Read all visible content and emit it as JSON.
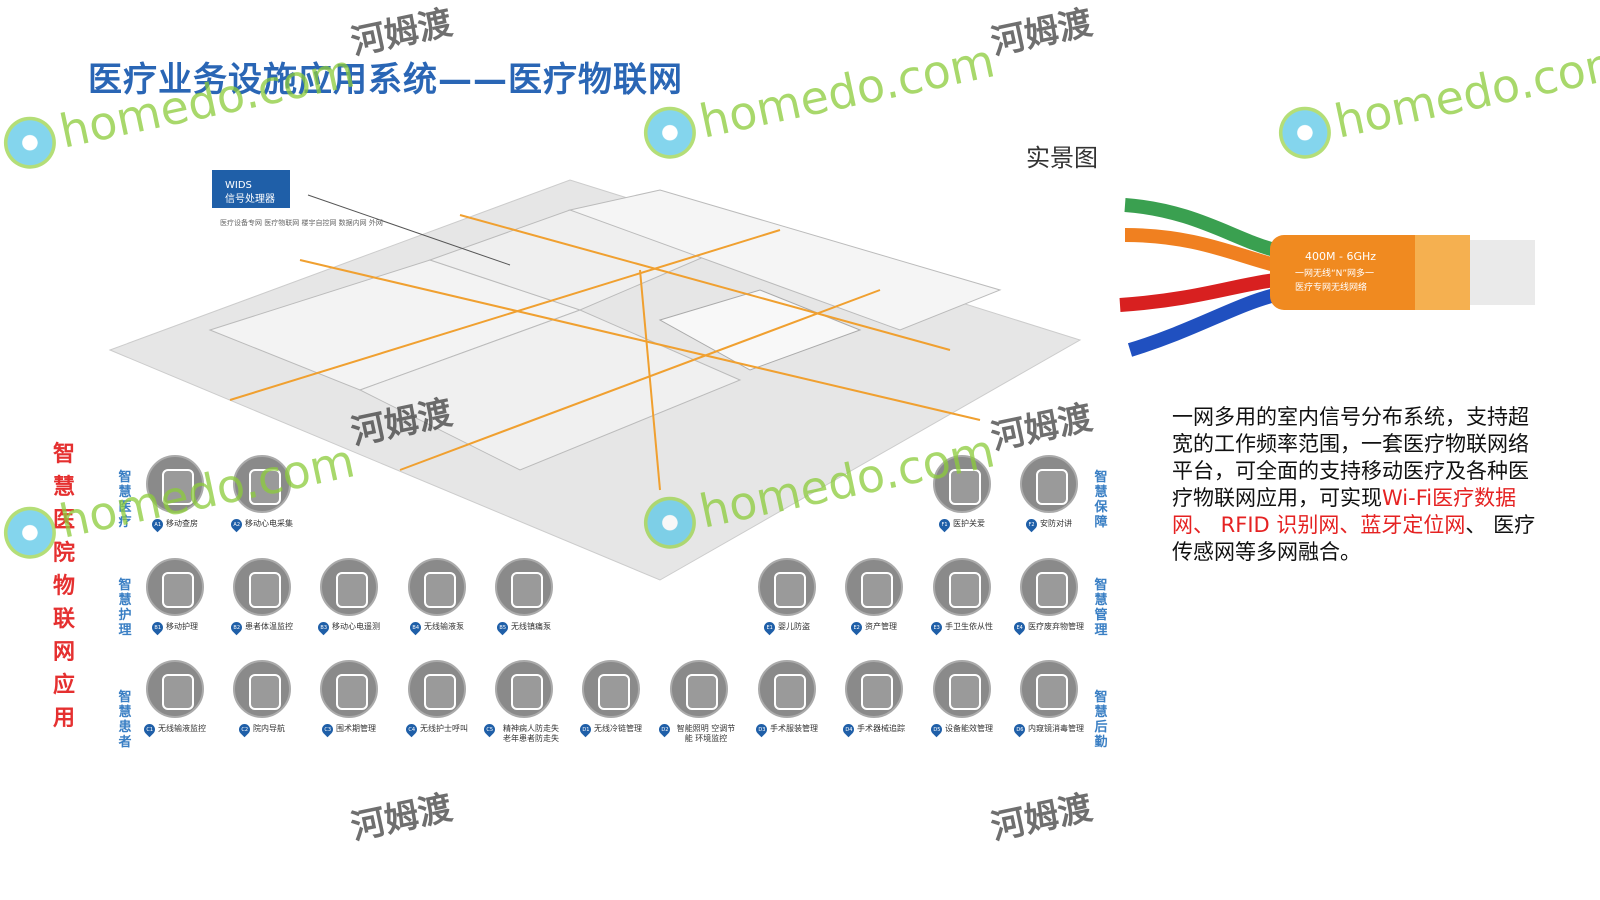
{
  "title": "医疗业务设施应用系统——医疗物联网",
  "scene_label": "实景图",
  "illustration": {
    "processor_line1": "WIDS",
    "processor_line2": "信号处理器",
    "processor_ports": "医疗设备专网 医疗物联网 楼宇自控网 数据内网 外网"
  },
  "side_title": "智慧医院物联网应用",
  "categories": {
    "medical": "智慧医疗",
    "nursing": "智慧护理",
    "patient": "智慧患者",
    "support": "智慧保障",
    "management": "智慧管理",
    "logistics": "智慧后勤"
  },
  "row1_left": [
    {
      "code": "A1",
      "label": "移动查房"
    },
    {
      "code": "A2",
      "label": "移动心电采集"
    }
  ],
  "row1_right": [
    {
      "code": "F1",
      "label": "医护关爱"
    },
    {
      "code": "F2",
      "label": "安防对讲"
    }
  ],
  "row2_left": [
    {
      "code": "B1",
      "label": "移动护理"
    },
    {
      "code": "B2",
      "label": "患者体温监控"
    },
    {
      "code": "B3",
      "label": "移动心电遥测"
    },
    {
      "code": "B4",
      "label": "无线输液泵"
    },
    {
      "code": "B5",
      "label": "无线镇痛泵"
    }
  ],
  "row2_right": [
    {
      "code": "E1",
      "label": "婴儿防盗"
    },
    {
      "code": "E2",
      "label": "资产管理"
    },
    {
      "code": "E3",
      "label": "手卫生依从性"
    },
    {
      "code": "E4",
      "label": "医疗废弃物管理"
    }
  ],
  "row3": [
    {
      "code": "C1",
      "label": "无线输液监控"
    },
    {
      "code": "C2",
      "label": "院内导航"
    },
    {
      "code": "C3",
      "label": "围术期管理"
    },
    {
      "code": "C4",
      "label": "无线护士呼叫"
    },
    {
      "code": "C5",
      "label": "精神病人防走失 老年患者防走失"
    },
    {
      "code": "D1",
      "label": "无线冷链管理"
    },
    {
      "code": "D2",
      "label": "智能照明 空调节能 环境监控"
    },
    {
      "code": "D3",
      "label": "手术服装管理"
    },
    {
      "code": "D4",
      "label": "手术器械追踪"
    },
    {
      "code": "D5",
      "label": "设备能效管理"
    },
    {
      "code": "D6",
      "label": "内窥镜消毒管理"
    }
  ],
  "cable": {
    "band": "400M - 6GHz",
    "line1": "一网无线“N”网多一",
    "line2": "医疗专网无线网络"
  },
  "description": {
    "p1": "一网多用的室内信号分布系统，支持超宽的工作频率范围，一套医疗物联网络平台，可全面的支持移动医疗及各种医疗物联网应用，可实现",
    "red1": "Wi-Fi医疗数据网、 RFID 识别网、蓝牙定位网",
    "p2": "、 医疗传感网等多网融合。"
  },
  "watermark": {
    "latin": "homedo.com",
    "cn": "河姆渡"
  },
  "colors": {
    "title": "#2a66b5",
    "accent_red": "#e53030",
    "pin": "#1f5fa8",
    "wire": "#f0a030"
  }
}
